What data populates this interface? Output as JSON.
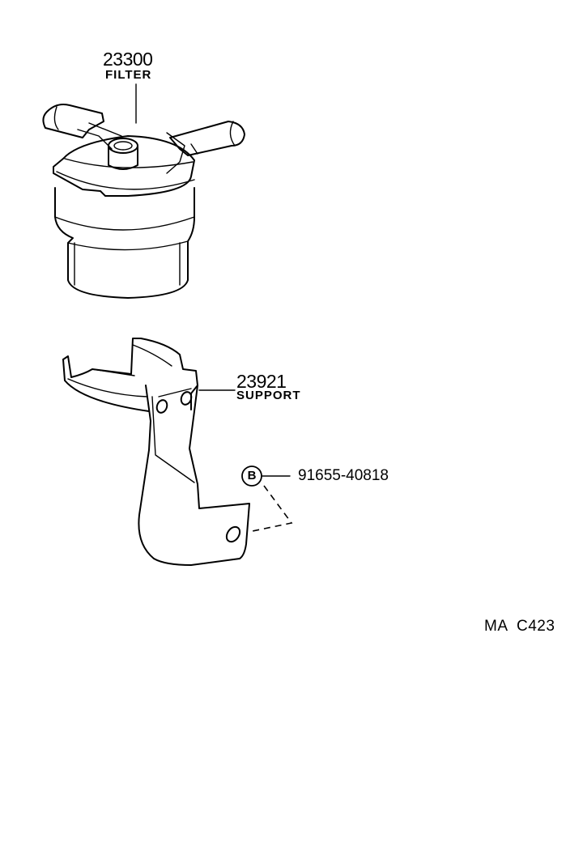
{
  "parts": {
    "filter": {
      "number": "23300",
      "name": "FILTER"
    },
    "support": {
      "number": "23921",
      "name": "SUPPORT"
    },
    "bolt": {
      "badge": "B",
      "number": "91655-40818"
    }
  },
  "reference_code": "MA  C423",
  "icons": [
    "fuel-filter-illustration",
    "support-bracket-illustration",
    "bolt-badge-icon"
  ]
}
